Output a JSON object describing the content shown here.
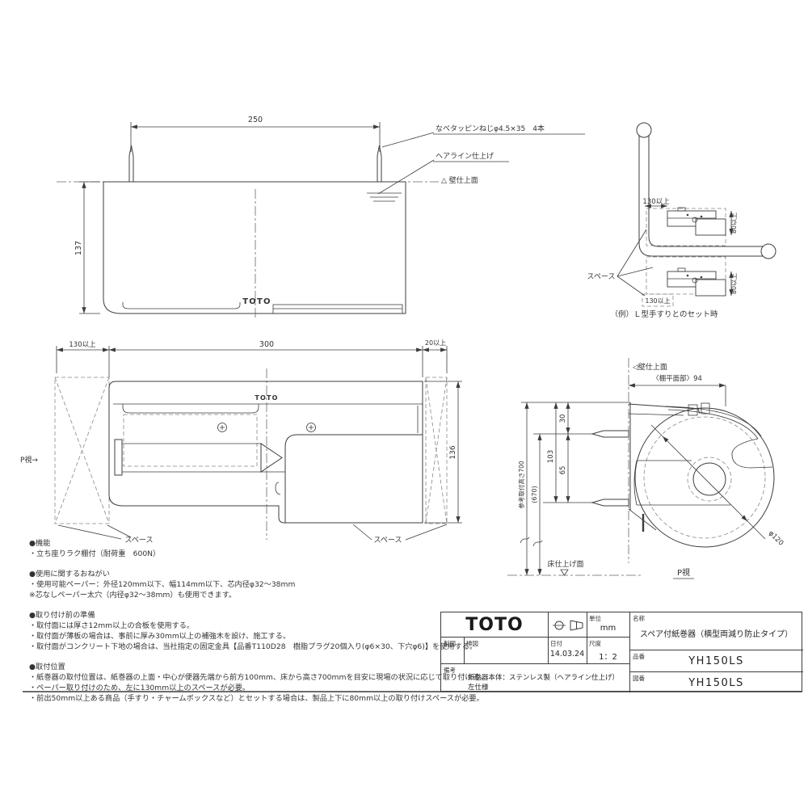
{
  "sheet": {
    "background": "#ffffff",
    "line_color": "#3c3c3c"
  },
  "top_view": {
    "dim_width": "250",
    "dim_depth": "137",
    "screw_label": "なべタッピンねじφ4.5×35　4本",
    "hairline_label": "ヘアライン仕上げ",
    "wall_label": "△ 壁仕上面",
    "logo": "TOTO"
  },
  "lbar": {
    "dim_top": "130以上",
    "dim_bottom": "130以上",
    "dim_right_top": "80以上",
    "dim_right_bottom": "80以上",
    "space_label": "スペース",
    "caption": "（例）Ｌ型手すりとのセット時"
  },
  "front_view": {
    "dim_left": "130以上",
    "dim_width": "300",
    "dim_right": "20以上",
    "dim_height": "136",
    "space_left": "スペース",
    "space_right": "スペース",
    "p_view": "P視→",
    "logo": "TOTO"
  },
  "side_view": {
    "wall_label": "◁壁仕上面",
    "shelf_dim": "〈棚平面部〉94",
    "dim_30": "30",
    "dim_103": "103",
    "dim_65": "65",
    "dim_height": "参考取付高さ700",
    "dim_670": "(670)",
    "dim_roll": "φ120",
    "floor_label": "床仕上げ面",
    "caption": "P視"
  },
  "notes": {
    "sections": [
      {
        "title": "●機能",
        "items": [
          "・立ち座りラク棚付（耐荷重　600N）"
        ]
      },
      {
        "title": "●使用に関するおねがい",
        "items": [
          "・使用可能ペーパー：外径120mm以下、幅114mm以下、芯内径φ32～38mm",
          "※芯なしペーパー太穴（内径φ32～38mm）も使用できます。"
        ]
      },
      {
        "title": "●取り付け前の準備",
        "items": [
          "・取付面には厚さ12mm以上の合板を使用する。",
          "・取付面が薄板の場合は、事前に厚み30mm以上の補強木を設け、施工する。",
          "・取付面がコンクリート下地の場合は、当社指定の固定金具【品番T110D28　樹脂プラグ20個入り(φ6×30、下穴φ6)】を使用する。"
        ]
      },
      {
        "title": "●取付位置",
        "items": [
          "・紙巻器の取付位置は、紙巻器の上面・中心が便器先端から前方100mm、床から高さ700mmを目安に現場の状況に応じて取り付ける。",
          "・ペーパー取り付けのため、左に130mm以上のスペースが必要。",
          "・前出50mm以上ある商品（手すり・チャームボックスなど）とセットする場合は、製品上下に80mm以上の取り付けスペースが必要。"
        ]
      }
    ]
  },
  "title_block": {
    "logo": "TOTO",
    "unit_label": "単位",
    "unit_value": "mm",
    "draft_label": "製図",
    "check_label": "検図",
    "date_label": "日付",
    "date_value": "14.03.24",
    "scale_label": "尺度",
    "scale_value": "1：2",
    "name_label": "名称",
    "name_value": "スペア付紙巻器（横型両減り防止タイプ）",
    "part_label": "品番",
    "part_value": "YH150LS",
    "drawing_label": "図番",
    "drawing_value": "YH150LS",
    "remarks_label": "備考",
    "remarks_1": "紙巻器本体：ステンレス製（ヘアライン仕上げ）",
    "remarks_2": "左仕様"
  }
}
